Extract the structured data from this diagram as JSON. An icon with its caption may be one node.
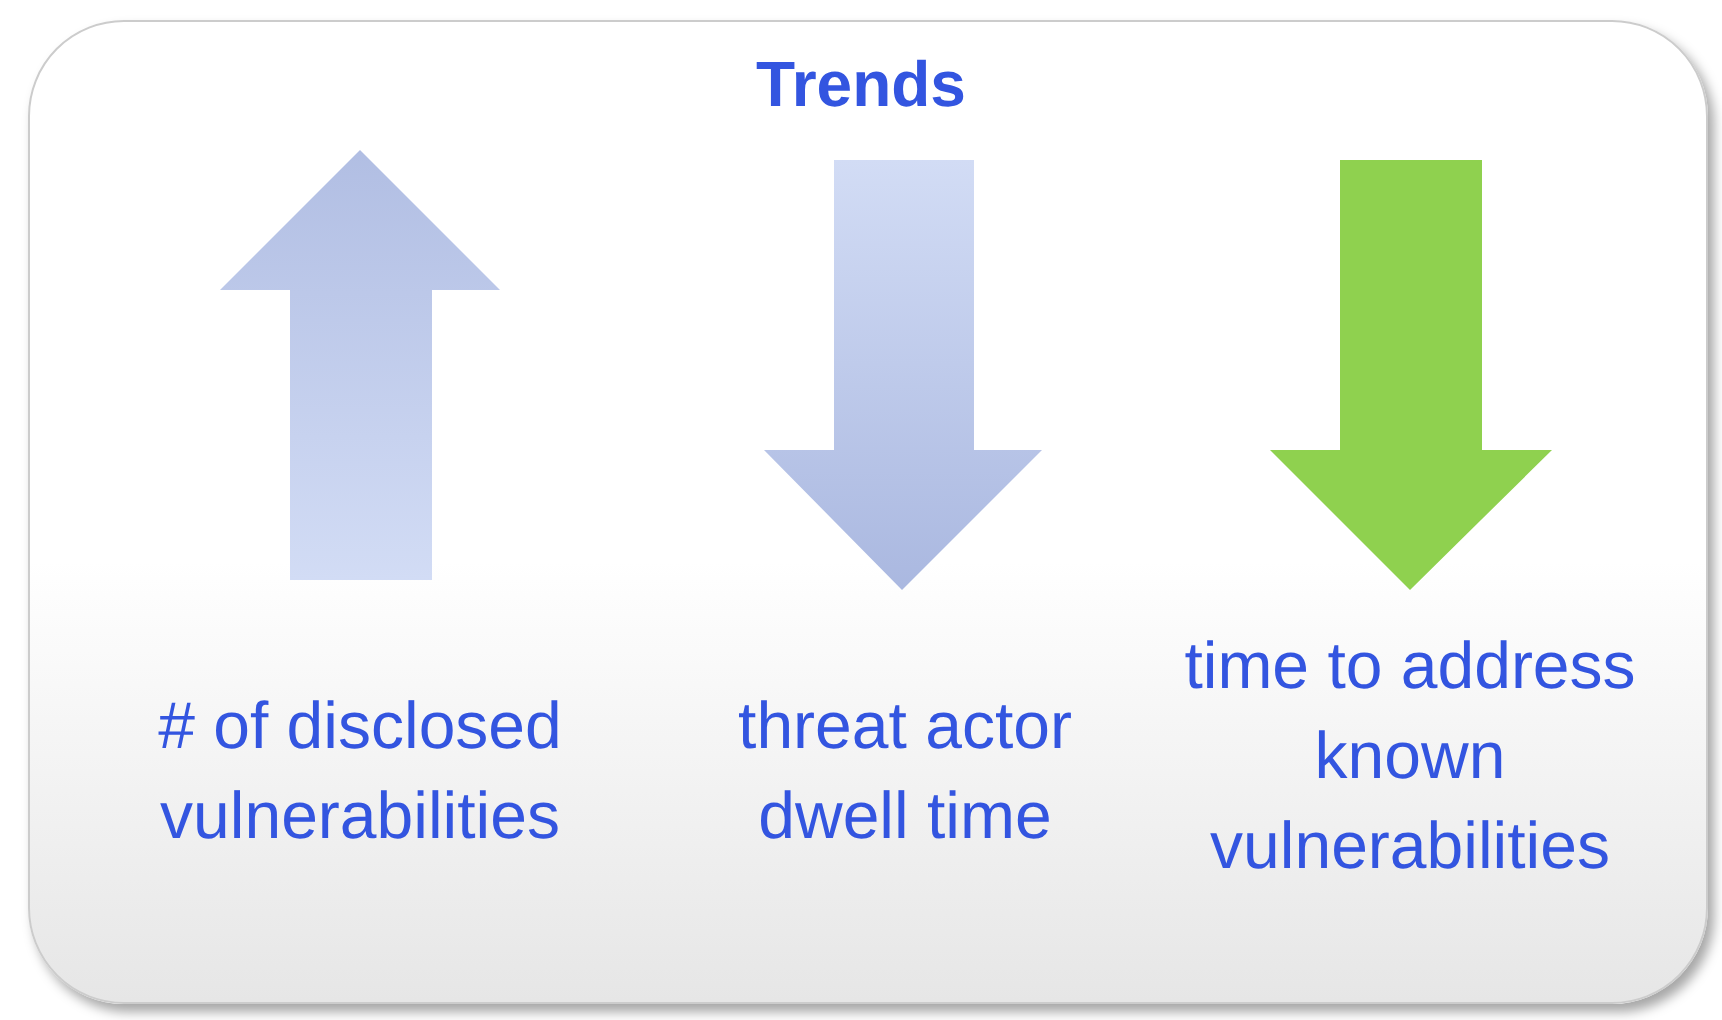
{
  "diagram": {
    "title": "Trends",
    "labels": [
      "# of disclosed vulnerabilities",
      "threat actor dwell time",
      "time to address known vulnerabilities"
    ]
  }
}
